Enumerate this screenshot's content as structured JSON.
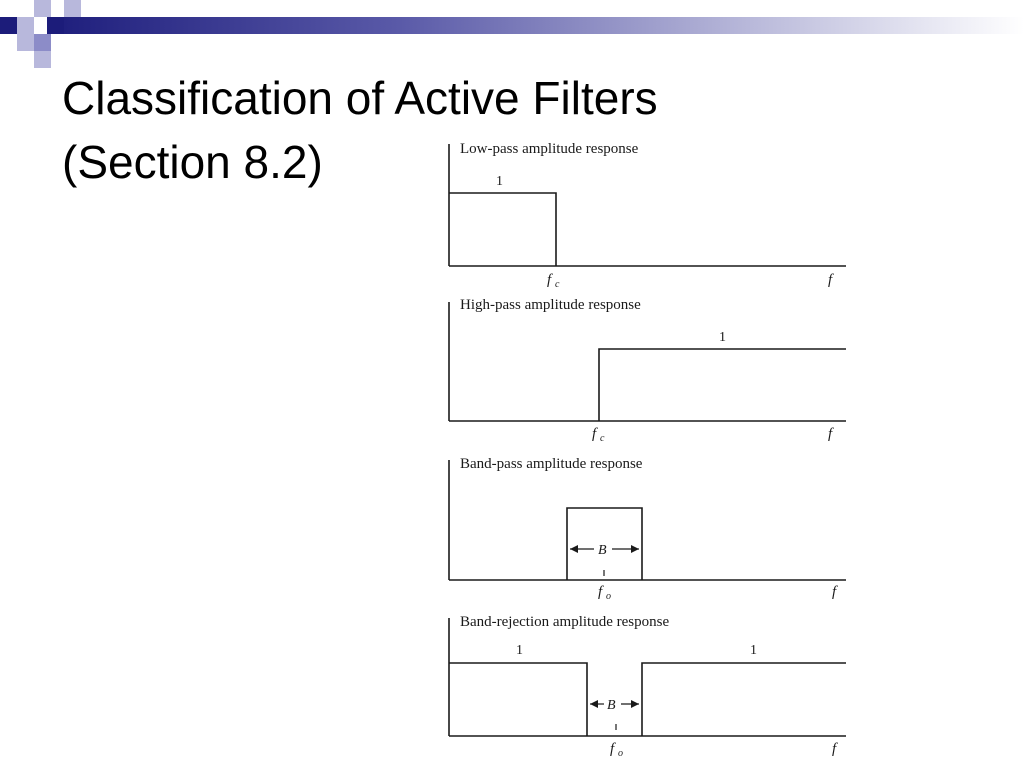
{
  "slide": {
    "title_line1": "Classification of Active Filters",
    "title_line2": "(Section 8.2)"
  },
  "figure": {
    "panels": [
      {
        "title": "Low-pass amplitude response",
        "levels": [
          "1"
        ],
        "freq_labels": [
          "f",
          "c"
        ],
        "axis_label": "f"
      },
      {
        "title": "High-pass amplitude response",
        "levels": [
          "1"
        ],
        "freq_labels": [
          "f",
          "c"
        ],
        "axis_label": "f"
      },
      {
        "title": "Band-pass amplitude response",
        "bandwidth_label": "B",
        "freq_labels": [
          "f",
          "o"
        ],
        "axis_label": "f"
      },
      {
        "title": "Band-rejection amplitude response",
        "levels": [
          "1",
          "1"
        ],
        "bandwidth_label": "B",
        "freq_labels": [
          "f",
          "o"
        ],
        "axis_label": "f"
      }
    ]
  },
  "colors": {
    "accent_dark": "#1c1c7a",
    "accent_light": "#b8b8dc"
  }
}
